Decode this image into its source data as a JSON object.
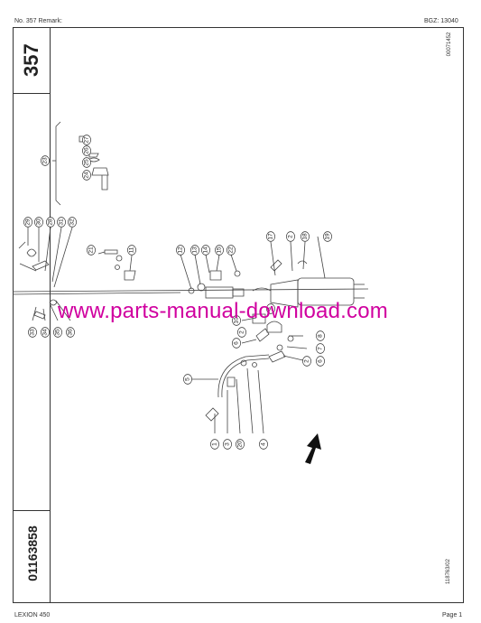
{
  "header": {
    "left": "No. 357   Remark:",
    "right": "BGZ: 13040"
  },
  "side": {
    "page_number": "357",
    "part_number": "01163858"
  },
  "drawing_ids": {
    "top": "00071452",
    "bottom": "118763/02"
  },
  "watermark": "www.parts-manual-download.com",
  "footer": {
    "left": "LEXION 450",
    "right": "Page 1"
  },
  "callouts": {
    "group_a": [
      "27",
      "26",
      "25",
      "24",
      "23"
    ],
    "group_b": [
      "29",
      "30",
      "28",
      "31",
      "32",
      "33",
      "34",
      "35",
      "36"
    ],
    "right_group": [
      "17",
      "2",
      "18",
      "19",
      "11",
      "21",
      "12",
      "13",
      "14",
      "15",
      "22"
    ],
    "lower_group": [
      "10",
      "6",
      "2",
      "9",
      "8",
      "7",
      "6",
      "2",
      "5",
      "1",
      "3",
      "20",
      "4"
    ]
  }
}
